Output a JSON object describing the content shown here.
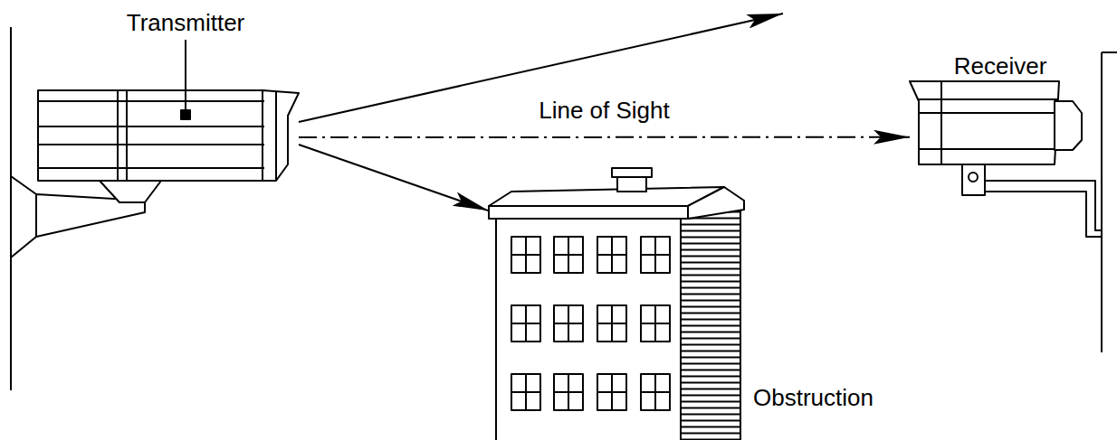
{
  "diagram": {
    "nodes": [
      {
        "text": [
          "Transmitter"
        ]
      },
      {
        "text": [
          "Receiver"
        ]
      },
      {
        "text": [
          "Obstruction"
        ]
      }
    ],
    "edges": [
      {
        "from": 0,
        "to": 1,
        "arrow": "to",
        "label": "Line of Sight"
      },
      {
        "from": 0,
        "to": 2,
        "arrow": "to"
      }
    ]
  }
}
